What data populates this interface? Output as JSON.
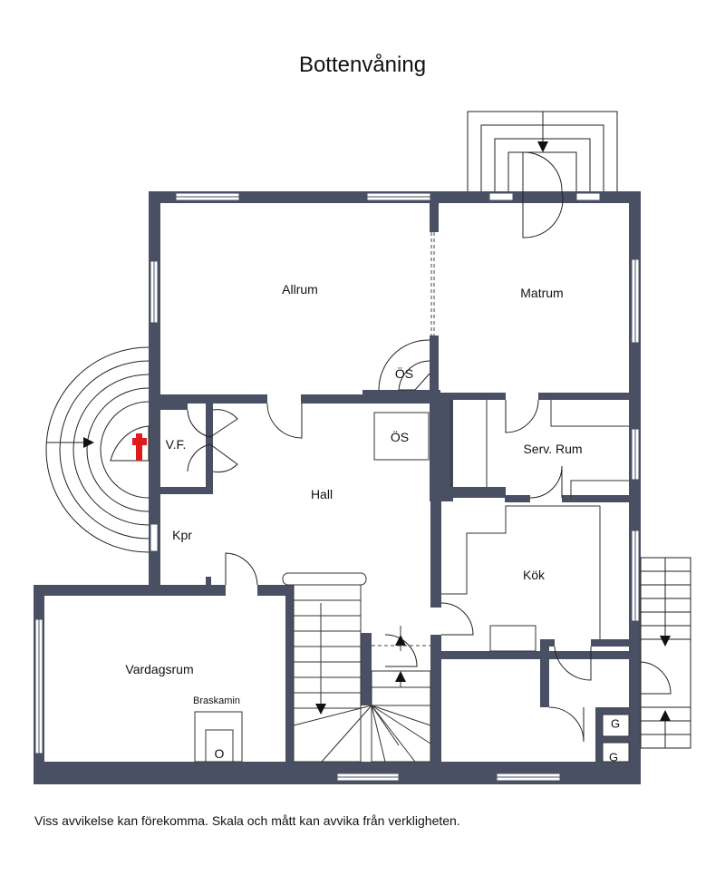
{
  "title": "Bottenvåning",
  "disclaimer": "Viss avvikelse kan förekomma. Skala och mått kan avvika från verkligheten.",
  "rooms": {
    "allrum": "Allrum",
    "matrum": "Matrum",
    "os_upper": "ÖS",
    "os_hall": "ÖS",
    "vf": "V.F.",
    "hall": "Hall",
    "serv_rum": "Serv. Rum",
    "kpr": "Kpr",
    "kok": "Kök",
    "vardagsrum": "Vardagsrum",
    "braskamin": "Braskamin",
    "braskamin_symbol": "O",
    "garderob_1": "G",
    "garderob_2": "G"
  },
  "icons": {
    "entrance": "red-cross-icon",
    "arrows": "arrow-icon"
  },
  "colors": {
    "wall": "#4a5063",
    "entrance_marker": "#e01b1b"
  }
}
